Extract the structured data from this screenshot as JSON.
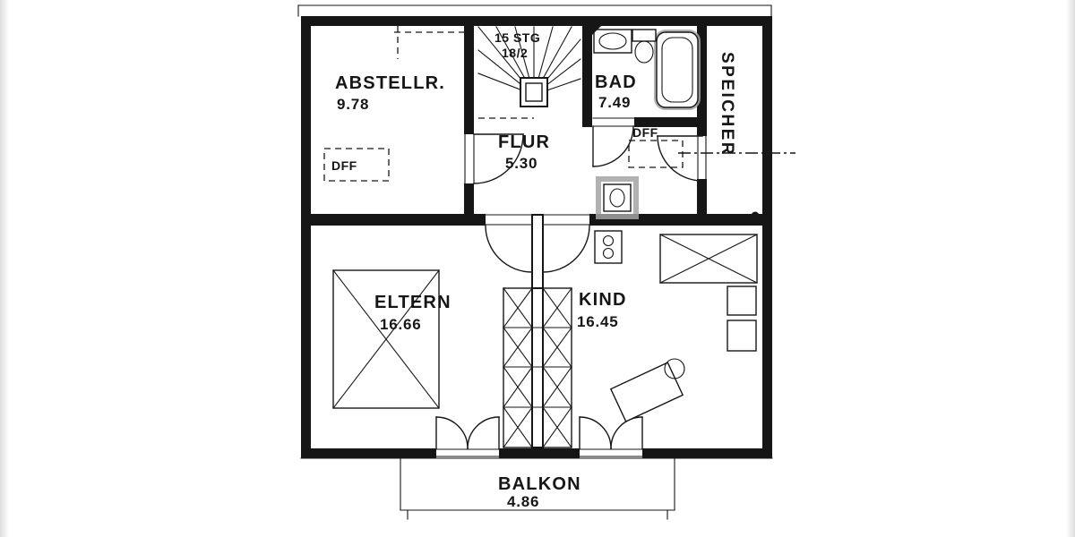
{
  "rooms": {
    "abstellraum": {
      "label": "ABSTELLR.",
      "area": "9.78"
    },
    "flur": {
      "label": "FLUR",
      "area": "5.30"
    },
    "bad": {
      "label": "BAD",
      "area": "7.49"
    },
    "speicher": {
      "label": "SPEICHER"
    },
    "eltern": {
      "label": "ELTERN",
      "area": "16.66"
    },
    "kind": {
      "label": "KIND",
      "area": "16.45"
    },
    "balkon": {
      "label": "BALKON",
      "area": "4.86"
    }
  },
  "annotations": {
    "stairs_line1": "15 STG",
    "stairs_line2": "18/2",
    "dff_left": "DFF",
    "dff_right": "DFF"
  },
  "colors": {
    "ink": "#161616",
    "paper": "#ffffff",
    "fixture_grey": "#a3a3a3"
  }
}
